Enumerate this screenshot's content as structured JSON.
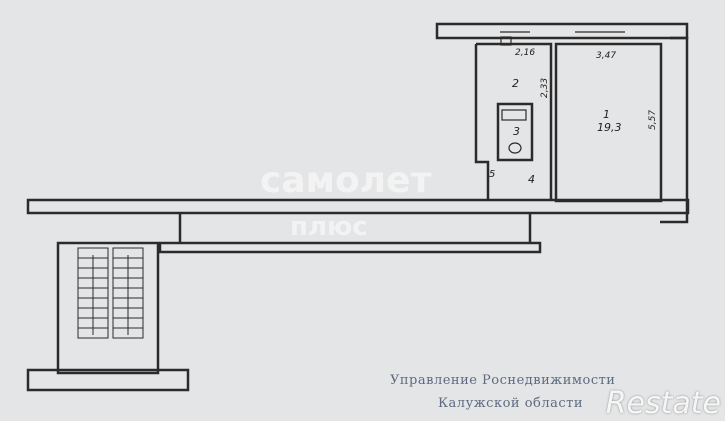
{
  "plan": {
    "rooms": [
      {
        "number": "1",
        "area": "19,3"
      },
      {
        "number": "2"
      },
      {
        "number": "3"
      },
      {
        "number": "4"
      },
      {
        "number": "5"
      }
    ],
    "dimensions": {
      "kitchen_width": "2,16",
      "kitchen_length": "2,33",
      "room_width": "3,47",
      "room_length": "5,57"
    }
  },
  "stamp": {
    "line1": "Управление Роснедвижимости",
    "line2": "Калужской области"
  },
  "watermarks": {
    "main": "самолет",
    "sub": "плюс",
    "corner": "Restate"
  },
  "colors": {
    "wall": "#2b2b2b",
    "paper": "#e4e5e6",
    "stamp": "#5d6a80"
  }
}
